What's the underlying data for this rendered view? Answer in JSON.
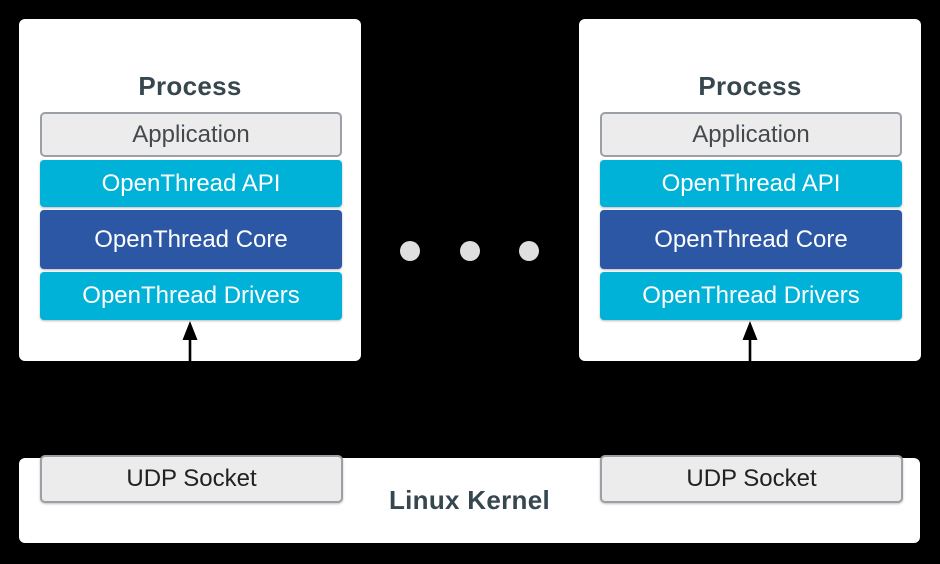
{
  "colors": {
    "page_background": "#000000",
    "card_background": "#ffffff",
    "layer_cyan": "#00b1d8",
    "layer_blue": "#2b57a5",
    "gray_box_fill": "#ececec",
    "gray_box_border": "#9aa0a6",
    "heading_text": "#37474f",
    "layer_text": "#ffffff",
    "dot_gray": "#dfdfdf",
    "arrow_black": "#000000"
  },
  "processes": [
    {
      "title": "Process",
      "layers": [
        {
          "label": "Application"
        },
        {
          "label": "OpenThread API"
        },
        {
          "label": "OpenThread Core"
        },
        {
          "label": "OpenThread Drivers"
        }
      ]
    },
    {
      "title": "Process",
      "layers": [
        {
          "label": "Application"
        },
        {
          "label": "OpenThread API"
        },
        {
          "label": "OpenThread Core"
        },
        {
          "label": "OpenThread Drivers"
        }
      ]
    }
  ],
  "ellipsis": {
    "dot_count": 3
  },
  "kernel": {
    "label": "Linux Kernel",
    "sockets": [
      {
        "label": "UDP Socket"
      },
      {
        "label": "UDP Socket"
      }
    ]
  }
}
